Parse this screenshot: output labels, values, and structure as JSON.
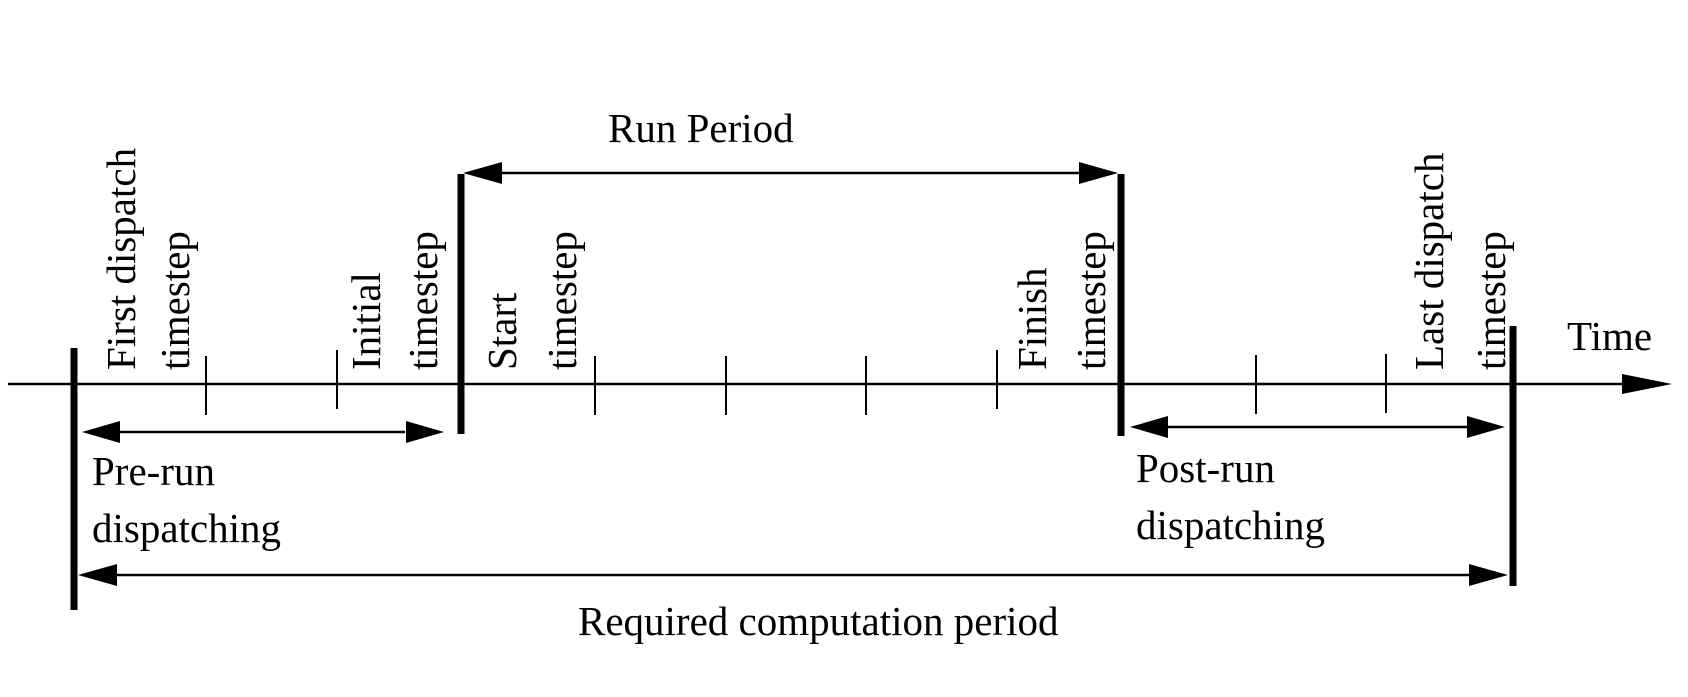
{
  "diagram": {
    "axis_label": "Time",
    "markers": {
      "first_dispatch": [
        "First dispatch",
        "timestep"
      ],
      "initial": [
        "Initial",
        "timestep"
      ],
      "start": [
        "Start",
        "timestep"
      ],
      "finish": [
        "Finish",
        "timestep"
      ],
      "last_dispatch": [
        "Last dispatch",
        "timestep"
      ]
    },
    "spans": {
      "run_period": "Run Period",
      "pre_run": [
        "Pre-run",
        "dispatching"
      ],
      "post_run": [
        "Post-run",
        "dispatching"
      ],
      "required": "Required computation period"
    },
    "colors": {
      "ink": "#000000",
      "background": "#ffffff"
    }
  }
}
